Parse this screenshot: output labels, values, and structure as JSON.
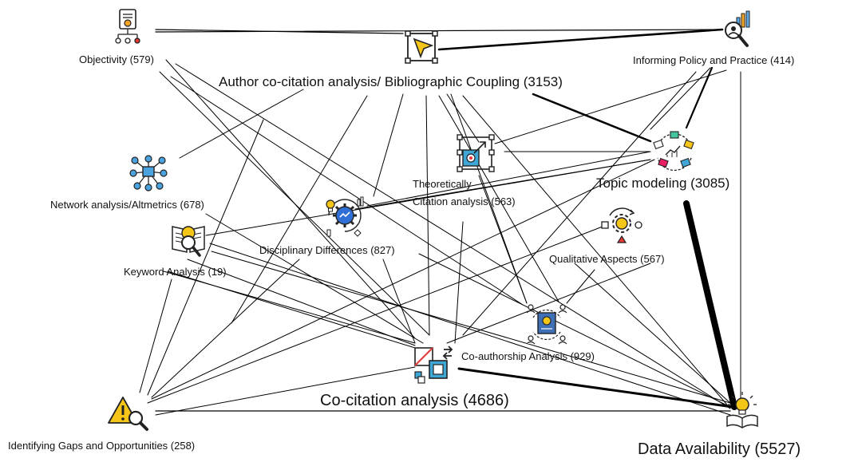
{
  "nodes": [
    {
      "id": "objectivity",
      "label": "Objectivity (579)",
      "icon": "document-settings-icon"
    },
    {
      "id": "author_cocitation",
      "label": "Author co-citation analysis/ Bibliographic Coupling (3153)",
      "icon": "cursor-select-icon"
    },
    {
      "id": "informing_policy",
      "label": "Informing Policy and Practice (414)",
      "icon": "magnifier-chart-icon"
    },
    {
      "id": "network_analysis",
      "label": "Network analysis/Altmetrics (678)",
      "icon": "network-people-icon"
    },
    {
      "id": "theoretically",
      "label_line1": "Theoretically",
      "label_line2": "Citation analysis (563)",
      "icon": "frame-target-icon"
    },
    {
      "id": "topic_modeling",
      "label": "Topic modeling (3085)",
      "icon": "topic-cycle-icon"
    },
    {
      "id": "disciplinary",
      "label": "Disciplinary Differences (827)",
      "icon": "gear-lightbulb-icon"
    },
    {
      "id": "keyword",
      "label": "Keyword Analysis (19)",
      "icon": "book-search-icon"
    },
    {
      "id": "qualitative",
      "label": "Qualitative Aspects (567)",
      "icon": "gear-cycle-icon"
    },
    {
      "id": "coauthorship",
      "label": "Co-authorship Analysis (929)",
      "icon": "team-book-icon"
    },
    {
      "id": "cocitation",
      "label": "Co-citation analysis (4686)",
      "icon": "arrows-squares-icon"
    },
    {
      "id": "gaps",
      "label": "Identifying Gaps and Opportunities (258)",
      "icon": "warning-search-icon"
    },
    {
      "id": "data_availability",
      "label": "Data Availability (5527)",
      "icon": "lightbulb-book-icon"
    }
  ]
}
